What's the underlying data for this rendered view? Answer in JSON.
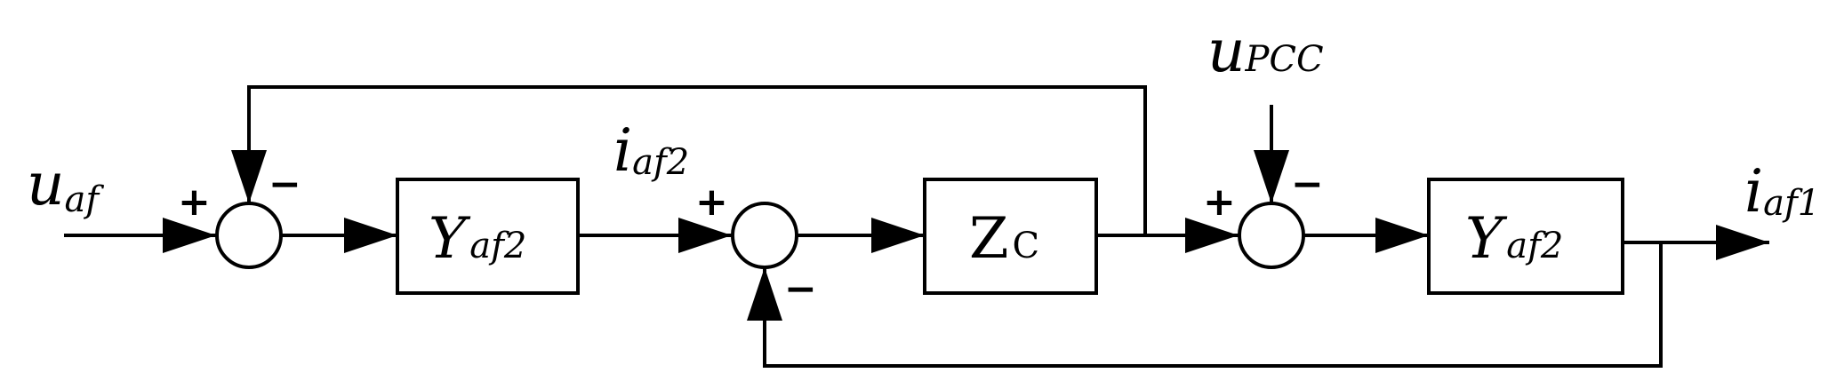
{
  "signals": {
    "u_af": {
      "main": "u",
      "sub": "af"
    },
    "i_af2": {
      "main": "i",
      "sub": "af2"
    },
    "u_pcc": {
      "main": "u",
      "sub": "PCC"
    },
    "i_af1": {
      "main": "i",
      "sub": "af1"
    }
  },
  "blocks": {
    "left": {
      "main": "Y",
      "sub": "af2"
    },
    "middle": {
      "main": "Z",
      "sub": "C"
    },
    "right": {
      "main": "Y",
      "sub": "af2"
    }
  },
  "signs": {
    "sum1_plus": "+",
    "sum1_minus": "−",
    "sum2_plus": "+",
    "sum2_minus": "−",
    "sum3_plus": "+",
    "sum3_minus": "−"
  },
  "colors": {
    "stroke": "#000000",
    "background": "#ffffff"
  }
}
